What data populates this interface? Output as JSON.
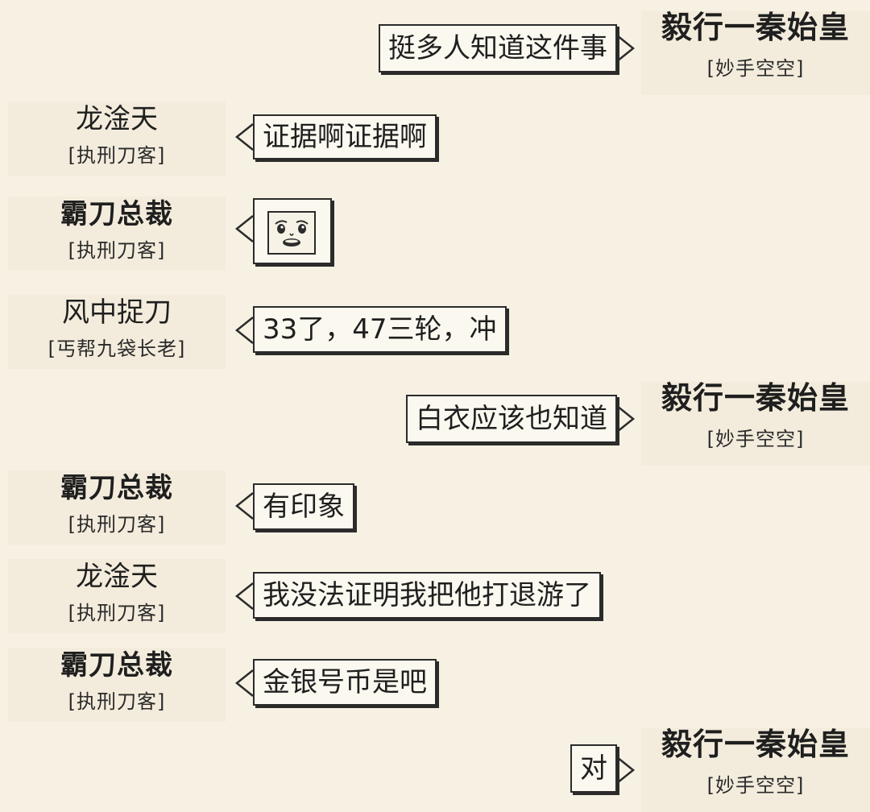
{
  "messages": [
    {
      "side": "right",
      "name": "毅行一秦始皇",
      "title": "[妙手空空]",
      "text": "挺多人知道这件事"
    },
    {
      "side": "left",
      "name": "龙淦天",
      "title": "[执刑刀客]",
      "text": "证据啊证据啊"
    },
    {
      "side": "left",
      "name": "霸刀总裁",
      "title": "[执刑刀客]",
      "sticker": "smiling-face-sticker"
    },
    {
      "side": "left",
      "name": "风中捉刀",
      "title": "[丐帮九袋长老]",
      "text": "33了，47三轮，冲"
    },
    {
      "side": "right",
      "name": "毅行一秦始皇",
      "title": "[妙手空空]",
      "text": "白衣应该也知道"
    },
    {
      "side": "left",
      "name": "霸刀总裁",
      "title": "[执刑刀客]",
      "text": "有印象"
    },
    {
      "side": "left",
      "name": "龙淦天",
      "title": "[执刑刀客]",
      "text": "我没法证明我把他打退游了"
    },
    {
      "side": "left",
      "name": "霸刀总裁",
      "title": "[执刑刀客]",
      "text": "金银号币是吧"
    },
    {
      "side": "right",
      "name": "毅行一秦始皇",
      "title": "[妙手空空]",
      "text": "对"
    }
  ],
  "colors": {
    "background": "#f7f1e3",
    "speaker_panel": "#f3ecdc",
    "bubble_fill": "#fbf8ef",
    "ink": "#2b2b2b"
  }
}
